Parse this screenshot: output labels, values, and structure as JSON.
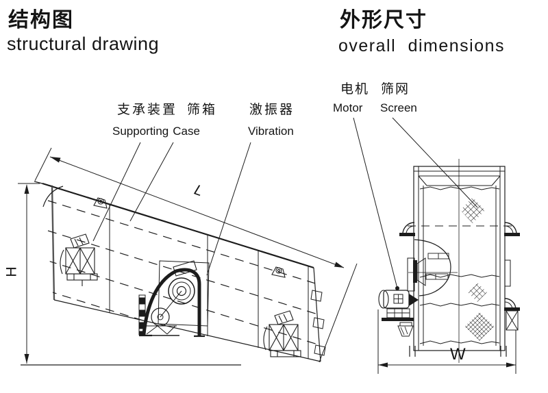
{
  "titles": {
    "left": {
      "zh": "结构图",
      "en": "structural drawing"
    },
    "right": {
      "zh": "外形尺寸",
      "en": "overall dimensions"
    }
  },
  "labels": {
    "supporting": {
      "zh": "支承装置",
      "en": "Supporting"
    },
    "case": {
      "zh": "筛箱",
      "en": "Case"
    },
    "vibration": {
      "zh": "激振器",
      "en": "Vibration"
    },
    "motor": {
      "zh": "电机",
      "en": "Motor"
    },
    "screen": {
      "zh": "筛网",
      "en": "Screen"
    }
  },
  "dimensions": {
    "height": "H",
    "length": "L",
    "width": "W"
  },
  "colors": {
    "line": "#1c1c1c",
    "background": "#ffffff"
  }
}
